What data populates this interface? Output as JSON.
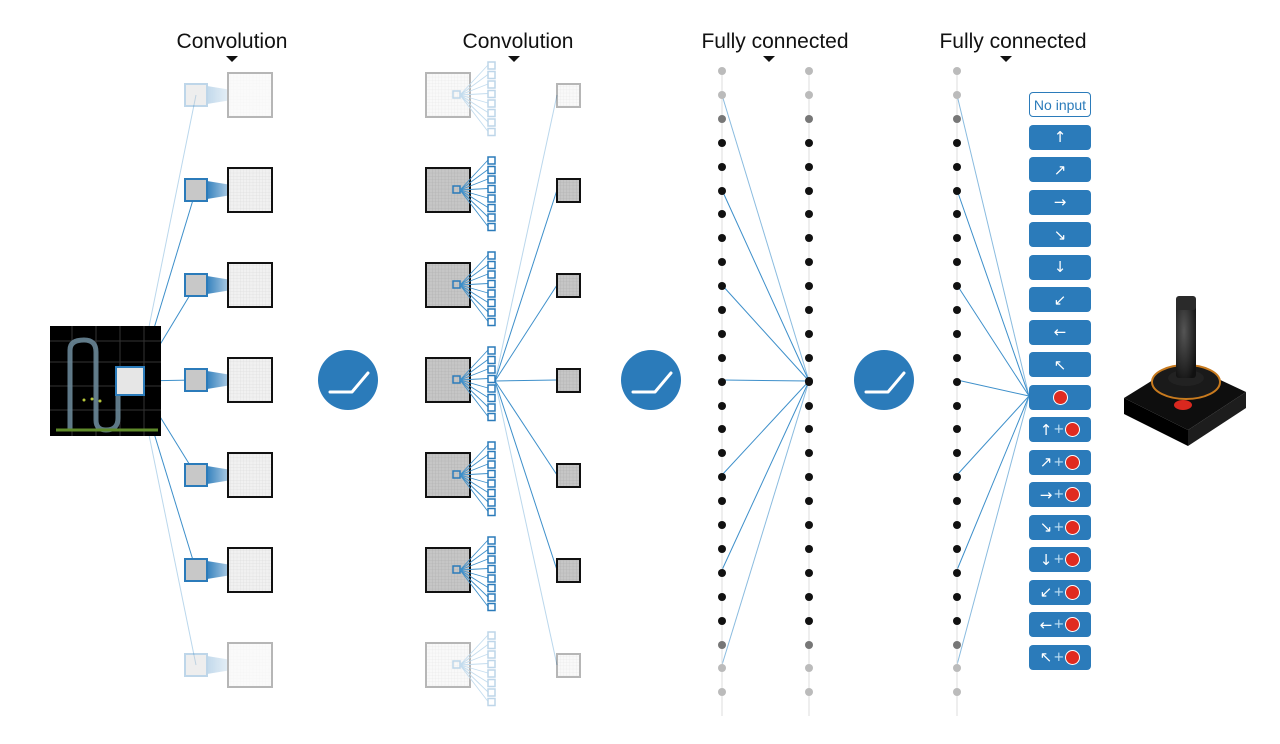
{
  "headers": [
    {
      "id": "conv1",
      "label": "Convolution"
    },
    {
      "id": "conv2",
      "label": "Convolution"
    },
    {
      "id": "fc1",
      "label": "Fully connected"
    },
    {
      "id": "fc2",
      "label": "Fully connected"
    }
  ],
  "activation_icon": "relu-icon",
  "actions": [
    {
      "name": "no-input",
      "label": "No input",
      "icon": "",
      "fire": false
    },
    {
      "name": "up",
      "label": "",
      "icon": "↑",
      "fire": false
    },
    {
      "name": "up-right",
      "label": "",
      "icon": "↗",
      "fire": false
    },
    {
      "name": "right",
      "label": "",
      "icon": "→",
      "fire": false
    },
    {
      "name": "down-right",
      "label": "",
      "icon": "↘",
      "fire": false
    },
    {
      "name": "down",
      "label": "",
      "icon": "↓",
      "fire": false
    },
    {
      "name": "down-left",
      "label": "",
      "icon": "↙",
      "fire": false
    },
    {
      "name": "left",
      "label": "",
      "icon": "←",
      "fire": false
    },
    {
      "name": "up-left",
      "label": "",
      "icon": "↖",
      "fire": false
    },
    {
      "name": "fire",
      "label": "",
      "icon": "",
      "fire": true
    },
    {
      "name": "up-fire",
      "label": "",
      "icon": "↑",
      "fire": true
    },
    {
      "name": "up-right-fire",
      "label": "",
      "icon": "↗",
      "fire": true
    },
    {
      "name": "right-fire",
      "label": "",
      "icon": "→",
      "fire": true
    },
    {
      "name": "down-right-fire",
      "label": "",
      "icon": "↘",
      "fire": true
    },
    {
      "name": "down-fire",
      "label": "",
      "icon": "↓",
      "fire": true
    },
    {
      "name": "down-left-fire",
      "label": "",
      "icon": "↙",
      "fire": true
    },
    {
      "name": "left-fire",
      "label": "",
      "icon": "←",
      "fire": true
    },
    {
      "name": "up-left-fire",
      "label": "",
      "icon": "↖",
      "fire": true
    }
  ],
  "colors": {
    "accent": "#2b7bba",
    "line": "#3d8fca",
    "fire": "#e02b20",
    "node": "#111111",
    "node_faded": "#bbbbbb"
  },
  "joystick_icon": "joystick-icon",
  "game_screen_icon": "game-screen-icon"
}
